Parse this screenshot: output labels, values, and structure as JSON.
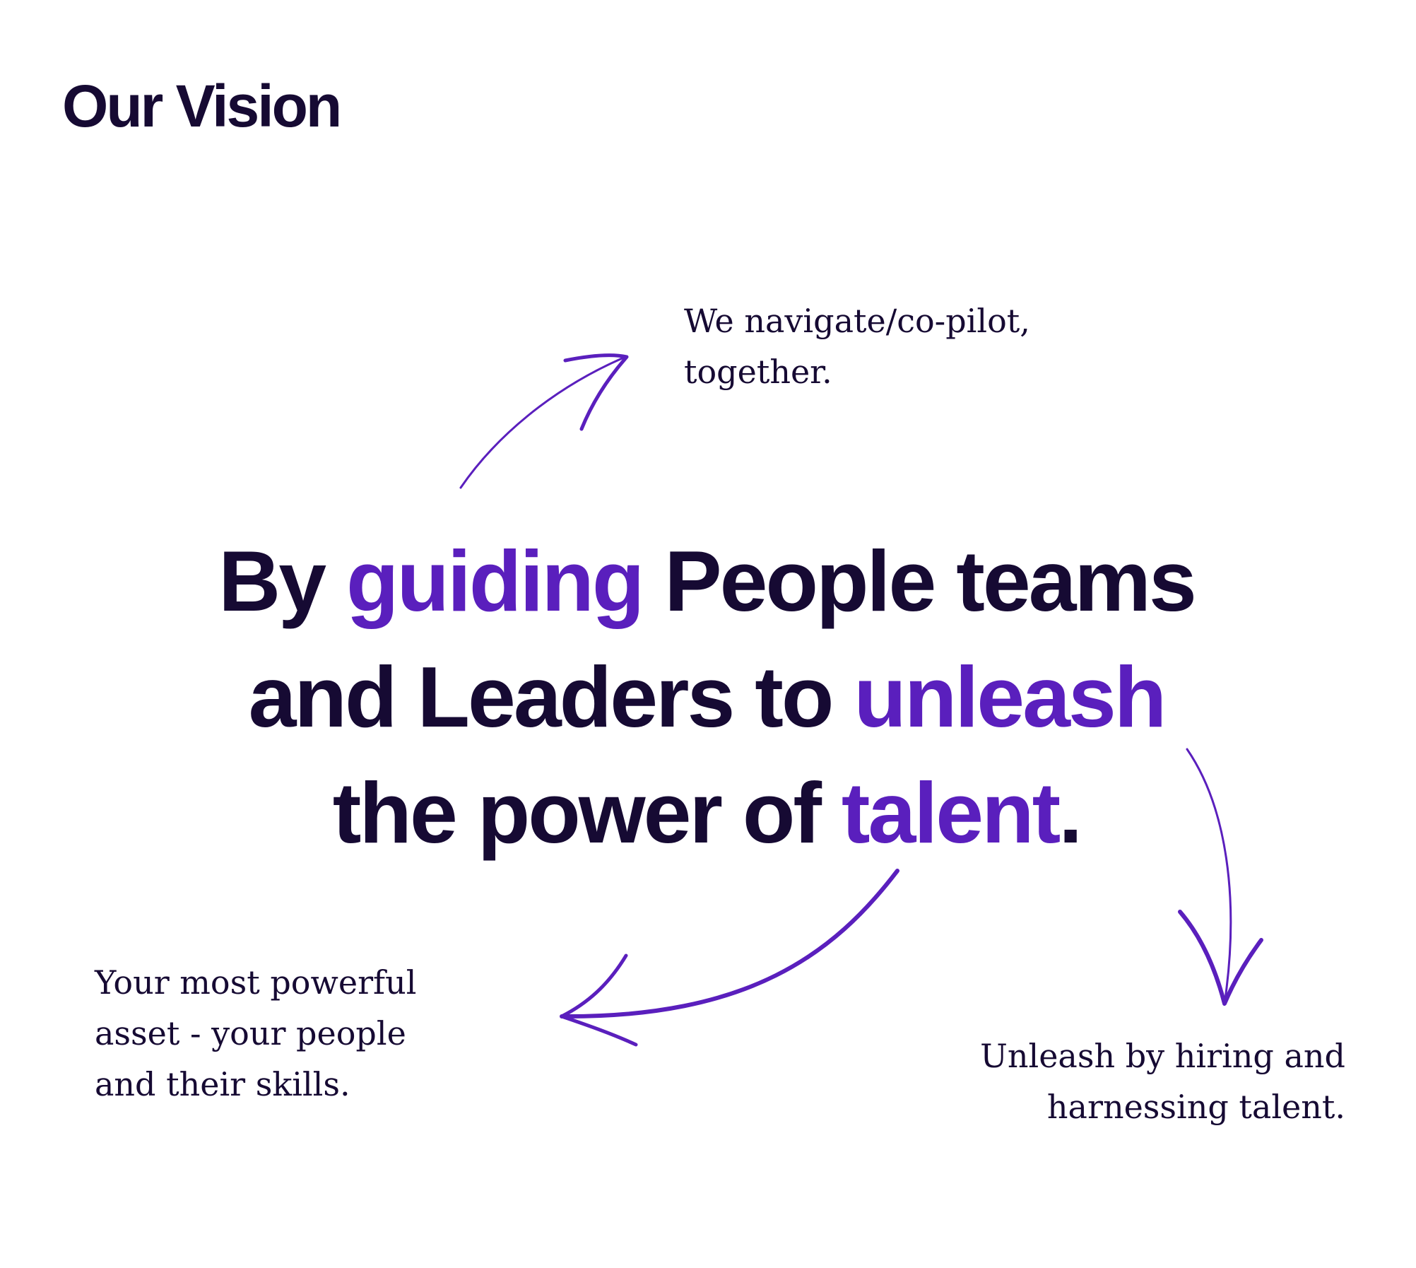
{
  "section_title": "Our Vision",
  "headline": {
    "line1": {
      "a": "By ",
      "b": "guiding",
      "c": " People teams"
    },
    "line2": {
      "a": "and Leaders to ",
      "b": "unleash"
    },
    "line3": {
      "a": "the power of ",
      "b": "talent",
      "c": "."
    }
  },
  "notes": {
    "top": [
      "We navigate/co-pilot,",
      "together."
    ],
    "left": [
      "Your most powerful",
      "asset - your people",
      "and their skills."
    ],
    "right": [
      "Unleash by hiring and",
      "harnessing talent."
    ]
  },
  "colors": {
    "text": "#160a33",
    "accent": "#5a1fbd",
    "background": "#ffffff"
  },
  "icons": [
    "arrow-up-right-icon",
    "arrow-down-left-icon",
    "arrow-down-icon"
  ]
}
